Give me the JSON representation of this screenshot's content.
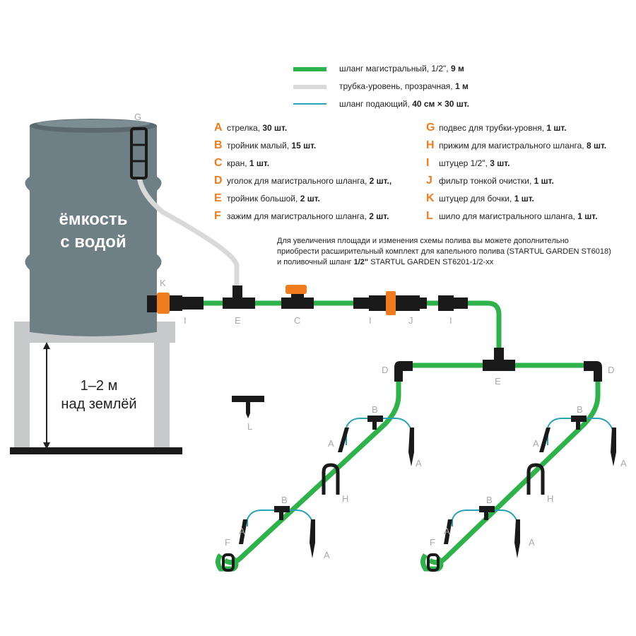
{
  "colors": {
    "main_hose": "#2db34a",
    "level_tube": "#d9d9d9",
    "feed_hose": "#2aa3b8",
    "tank": "#6f7f86",
    "stand": "#c7c9ca",
    "accent": "#f07c1e",
    "fitting": "#1a1a1a"
  },
  "legend": [
    {
      "type": "main_hose",
      "text": "шланг магистральный, 1/2\",",
      "bold": "9 м"
    },
    {
      "type": "level_tube",
      "text": "трубка-уровень, прозрачная,",
      "bold": "1 м"
    },
    {
      "type": "feed_hose",
      "text": "шланг подающий,",
      "bold": "40 см × 30 шт."
    }
  ],
  "parts_left": [
    {
      "key": "A",
      "text": "стрелка,",
      "bold": "30 шт."
    },
    {
      "key": "B",
      "text": "тройник малый,",
      "bold": "15 шт."
    },
    {
      "key": "C",
      "text": "кран,",
      "bold": "1 шт."
    },
    {
      "key": "D",
      "text": "уголок для магистрального шланга,",
      "bold": "2 шт.,"
    },
    {
      "key": "E",
      "text": "тройник большой,",
      "bold": "2 шт."
    },
    {
      "key": "F",
      "text": "зажим для магистрального шланга,",
      "bold": "2 шт."
    }
  ],
  "parts_right": [
    {
      "key": "G",
      "text": "подвес для трубки-уровня,",
      "bold": "1 шт."
    },
    {
      "key": "H",
      "text": "прижим для магистрального шланга,",
      "bold": "8 шт."
    },
    {
      "key": "I",
      "text": "штуцер 1/2\",",
      "bold": "3 шт."
    },
    {
      "key": "J",
      "text": "фильтр тонкой очистки,",
      "bold": "1 шт."
    },
    {
      "key": "K",
      "text": "штуцер для бочки,",
      "bold": "1 шт."
    },
    {
      "key": "L",
      "text": "шило для магистрального шланга,",
      "bold": "1 шт."
    }
  ],
  "note": {
    "line1": "Для увеличения площади и изменения схемы полива вы можете дополнительно",
    "line2": "приобрести расширительный комплект для капельного полива (STARTUL GARDEN ST6018)",
    "line3_prefix": "и поливочный шланг",
    "line3_bold": "1/2\"",
    "line3_suffix": "STARTUL GARDEN ST6201-1/2-xx"
  },
  "tank": {
    "line1": "ёмкость",
    "line2": "с водой"
  },
  "height": {
    "line1": "1–2 м",
    "line2": "над землёй"
  },
  "labels": {
    "G": "G",
    "K": "K",
    "I": "I",
    "E": "E",
    "C": "C",
    "J": "J",
    "D": "D",
    "B": "B",
    "A": "A",
    "H": "H",
    "F": "F",
    "L": "L"
  }
}
